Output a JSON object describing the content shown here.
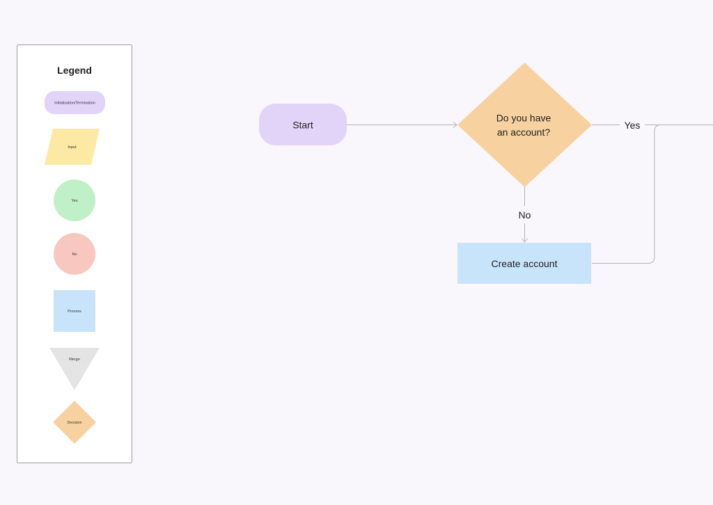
{
  "legend": {
    "title": "Legend",
    "items": {
      "initialisation": "Initialisation/Termination",
      "input": "Input",
      "yes": "Yes",
      "no": "No",
      "process": "Process",
      "merge": "Merge",
      "decision": "Decision"
    }
  },
  "flowchart": {
    "start": "Start",
    "decision_line1": "Do you have",
    "decision_line2": "an account?",
    "create_account": "Create account",
    "yes_label": "Yes",
    "no_label": "No"
  },
  "colors": {
    "background": "#f9f6fc",
    "initialisation": "#e2d4f8",
    "input": "#fbe9a4",
    "yes": "#bff0c8",
    "no": "#f8c8c0",
    "process": "#c7e4fa",
    "merge": "#e3e3e3",
    "decision": "#f7d2a0",
    "connector": "#b3b3b3"
  }
}
